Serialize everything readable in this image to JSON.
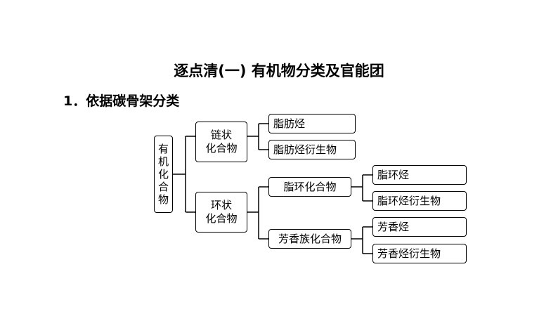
{
  "title": "逐点清(一) 有机物分类及官能团",
  "subtitle": "1．依据碳骨架分类",
  "diagram": {
    "root": "有机化合物",
    "chain": {
      "label": "链状\n化合物",
      "children": [
        "脂肪烃",
        "脂肪烃衍生物"
      ]
    },
    "ring": {
      "label": "环状\n化合物",
      "alicyclic": {
        "label": "脂环化合物",
        "children": [
          "脂环烃",
          "脂环烃衍生物"
        ]
      },
      "aromatic": {
        "label": "芳香族化合物",
        "children": [
          "芳香烃",
          "芳香烃衍生物"
        ]
      }
    }
  }
}
